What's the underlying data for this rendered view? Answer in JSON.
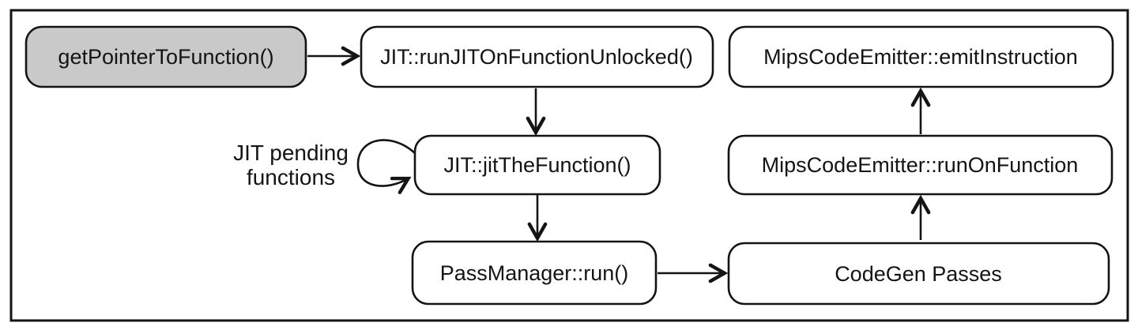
{
  "diagram": {
    "type": "flowchart",
    "background": "#ffffff",
    "stroke_color": "#141414",
    "highlight_fill": "#c9c9c9",
    "nodes": [
      {
        "label": "getPointerToFunction()",
        "fill": "#c9c9c9"
      },
      {
        "label": "JIT::runJITOnFunctionUnlocked()",
        "fill": "#ffffff"
      },
      {
        "label": "JIT::jitTheFunction()",
        "fill": "#ffffff"
      },
      {
        "label": "PassManager::run()",
        "fill": "#ffffff"
      },
      {
        "label": "CodeGen Passes",
        "fill": "#ffffff"
      },
      {
        "label": "MipsCodeEmitter::runOnFunction",
        "fill": "#ffffff"
      },
      {
        "label": "MipsCodeEmitter::emitInstruction",
        "fill": "#ffffff"
      }
    ],
    "self_loop_label": {
      "line1": "JIT pending",
      "line2": "functions"
    },
    "edges": [
      {
        "from": "getPointerToFunction()",
        "to": "JIT::runJITOnFunctionUnlocked()"
      },
      {
        "from": "JIT::runJITOnFunctionUnlocked()",
        "to": "JIT::jitTheFunction()"
      },
      {
        "from": "JIT::jitTheFunction()",
        "to": "JIT::jitTheFunction()",
        "label": "JIT pending functions"
      },
      {
        "from": "JIT::jitTheFunction()",
        "to": "PassManager::run()"
      },
      {
        "from": "PassManager::run()",
        "to": "CodeGen Passes"
      },
      {
        "from": "CodeGen Passes",
        "to": "MipsCodeEmitter::runOnFunction"
      },
      {
        "from": "MipsCodeEmitter::runOnFunction",
        "to": "MipsCodeEmitter::emitInstruction"
      }
    ]
  }
}
